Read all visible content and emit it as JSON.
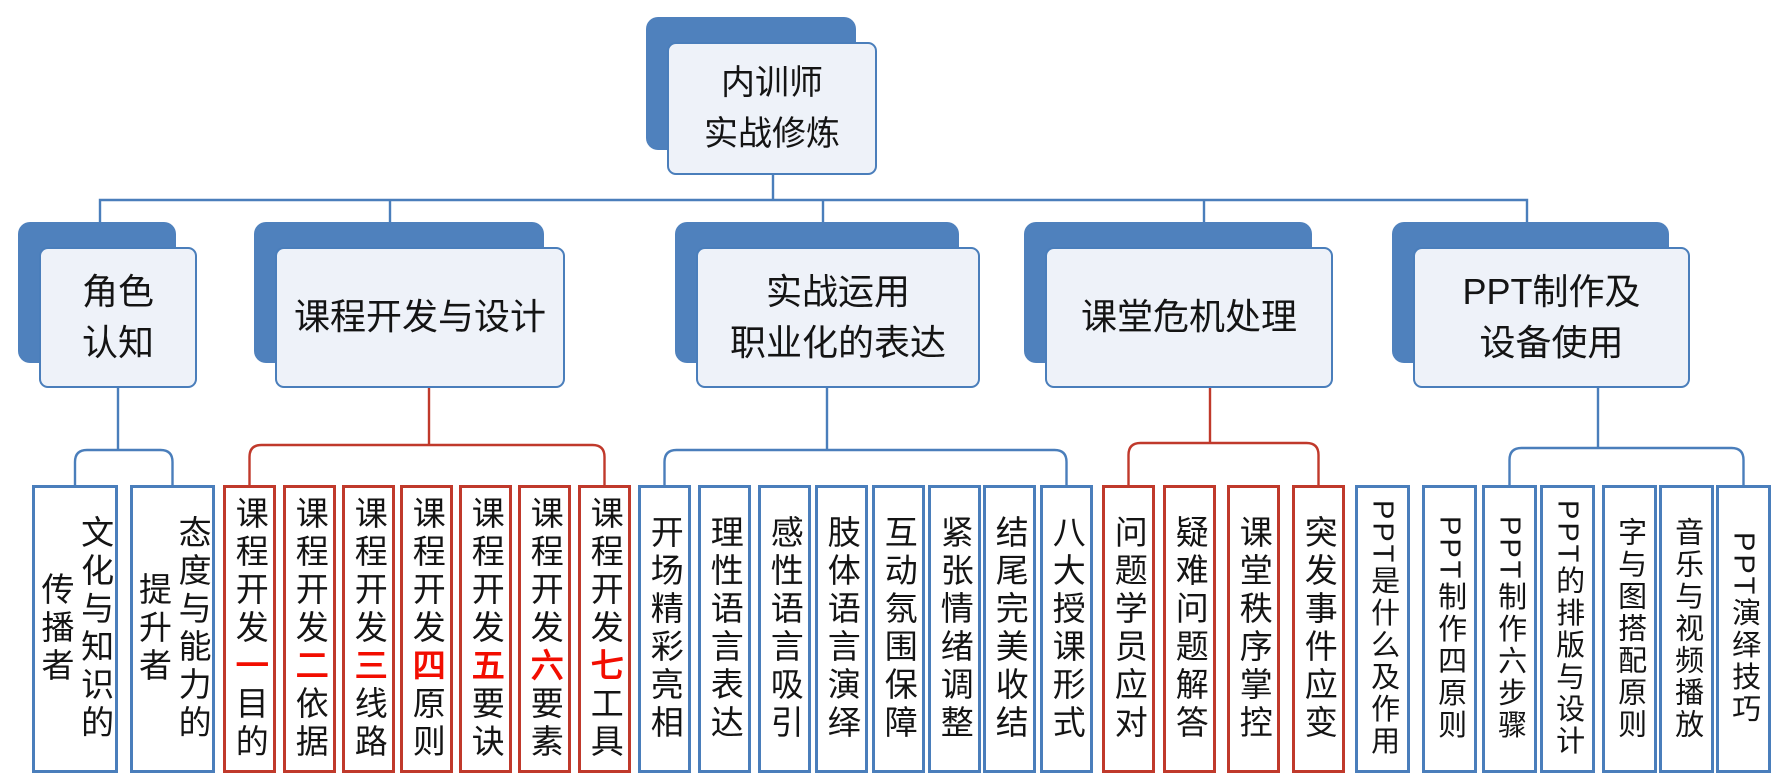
{
  "title": "内训师\n实战修炼",
  "colors": {
    "blue_line": "#4a7ebb",
    "blue_shadow_fill": "#4f81bd",
    "node_fill": "#eef2f9",
    "red_line": "#c0392b",
    "red_accent": "#f20d00",
    "text": "#141414",
    "background": "#ffffff"
  },
  "branches": [
    {
      "label": "角色\n认知",
      "color": "blue",
      "children": [
        {
          "text": "文化与知识的\n传播者"
        },
        {
          "text": "态度与能力的\n提升者"
        }
      ]
    },
    {
      "label": "课程开发与设计",
      "color": "red",
      "children": [
        {
          "text": "课程开发一目的",
          "red_char": "一"
        },
        {
          "text": "课程开发二依据",
          "red_char": "二"
        },
        {
          "text": "课程开发三线路",
          "red_char": "三"
        },
        {
          "text": "课程开发四原则",
          "red_char": "四"
        },
        {
          "text": "课程开发五要诀",
          "red_char": "五"
        },
        {
          "text": "课程开发六要素",
          "red_char": "六"
        },
        {
          "text": "课程开发七工具",
          "red_char": "七"
        }
      ]
    },
    {
      "label": "实战运用\n职业化的表达",
      "color": "blue",
      "children": [
        {
          "text": "开场精彩亮相"
        },
        {
          "text": "理性语言表达"
        },
        {
          "text": "感性语言吸引"
        },
        {
          "text": "肢体语言演绎"
        },
        {
          "text": "互动氛围保障"
        },
        {
          "text": "紧张情绪调整"
        },
        {
          "text": "结尾完美收结"
        },
        {
          "text": "八大授课形式"
        }
      ]
    },
    {
      "label": "课堂危机处理",
      "color": "red",
      "children": [
        {
          "text": "问题学员应对"
        },
        {
          "text": "疑难问题解答"
        },
        {
          "text": "课堂秩序掌控"
        },
        {
          "text": "突发事件应变"
        }
      ]
    },
    {
      "label": "PPT制作及\n设备使用",
      "color": "blue",
      "children": [
        {
          "text": "PPT是什么及作用"
        },
        {
          "text": "PPT制作四原则"
        },
        {
          "text": "PPT制作六步骤"
        },
        {
          "text": "PPT的排版与设计"
        },
        {
          "text": "字与图搭配原则"
        },
        {
          "text": "音乐与视频播放"
        },
        {
          "text": "PPT演绎技巧"
        }
      ]
    }
  ]
}
